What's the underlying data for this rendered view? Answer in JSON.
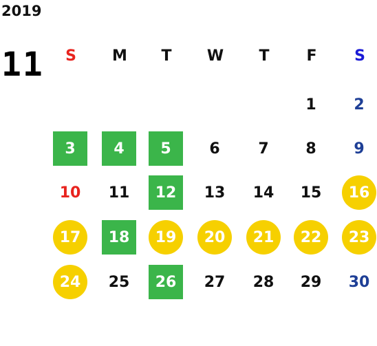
{
  "year": "2019",
  "month": "11",
  "colors": {
    "sunday": "#e8231e",
    "saturday_header": "#1a1ad6",
    "saturday": "#1e3f96",
    "weekday": "#111111",
    "green_highlight": "#3bb54a",
    "yellow_highlight": "#f6d000"
  },
  "weekdays": [
    {
      "label": "S",
      "color": "#e8231e"
    },
    {
      "label": "M",
      "color": "#111111"
    },
    {
      "label": "T",
      "color": "#111111"
    },
    {
      "label": "W",
      "color": "#111111"
    },
    {
      "label": "T",
      "color": "#111111"
    },
    {
      "label": "F",
      "color": "#111111"
    },
    {
      "label": "S",
      "color": "#1a1ad6"
    }
  ],
  "weeks": [
    [
      null,
      null,
      null,
      null,
      null,
      {
        "day": "1",
        "style": "black"
      },
      {
        "day": "2",
        "style": "blue"
      }
    ],
    [
      null,
      {
        "day": "3",
        "style": "green"
      },
      {
        "day": "4",
        "style": "green"
      },
      {
        "day": "5",
        "style": "green"
      },
      {
        "day": "6",
        "style": "black"
      },
      {
        "day": "7",
        "style": "black"
      },
      {
        "day": "8",
        "style": "black"
      },
      {
        "day": "9",
        "style": "blue"
      }
    ],
    [
      {
        "day": "10",
        "style": "red"
      },
      {
        "day": "11",
        "style": "black"
      },
      {
        "day": "12",
        "style": "green"
      },
      {
        "day": "13",
        "style": "black"
      },
      {
        "day": "14",
        "style": "black"
      },
      {
        "day": "15",
        "style": "black"
      },
      {
        "day": "16",
        "style": "yellow"
      }
    ],
    [
      {
        "day": "17",
        "style": "yellow"
      },
      {
        "day": "18",
        "style": "green"
      },
      {
        "day": "19",
        "style": "yellow"
      },
      {
        "day": "20",
        "style": "yellow"
      },
      {
        "day": "21",
        "style": "yellow"
      },
      {
        "day": "22",
        "style": "yellow"
      },
      {
        "day": "23",
        "style": "yellow"
      }
    ],
    [
      {
        "day": "24",
        "style": "yellow"
      },
      {
        "day": "25",
        "style": "black"
      },
      {
        "day": "26",
        "style": "green"
      },
      {
        "day": "27",
        "style": "black"
      },
      {
        "day": "28",
        "style": "black"
      },
      {
        "day": "29",
        "style": "black"
      },
      {
        "day": "30",
        "style": "blue"
      }
    ]
  ]
}
